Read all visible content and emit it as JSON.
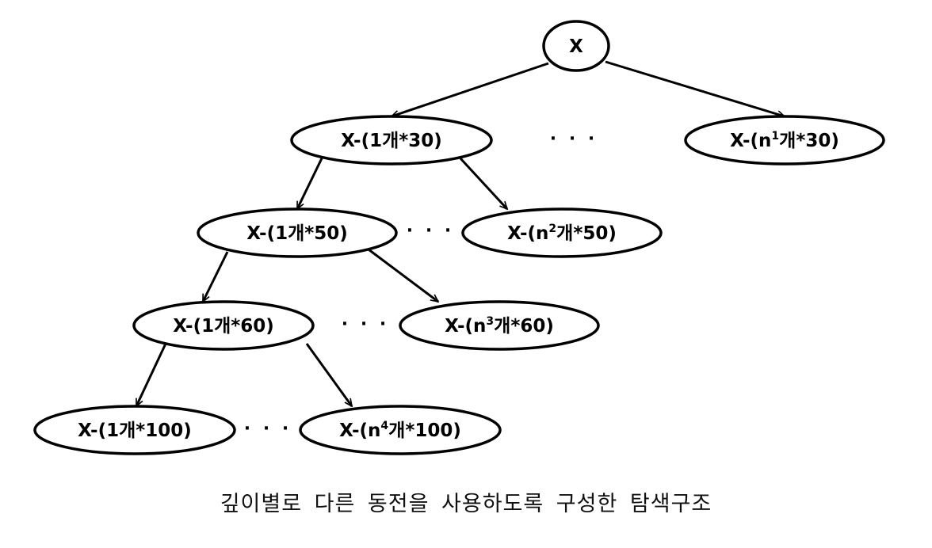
{
  "diagram": {
    "nodes": [
      {
        "id": "root",
        "parts": [
          {
            "t": "X"
          }
        ]
      },
      {
        "id": "d1-first",
        "parts": [
          {
            "t": "X-(1개*30)"
          }
        ]
      },
      {
        "id": "d1-last",
        "parts": [
          {
            "t": "X-(n"
          },
          {
            "t": "1",
            "sup": true
          },
          {
            "t": "개*30)"
          }
        ]
      },
      {
        "id": "d2-first",
        "parts": [
          {
            "t": "X-(1개*50)"
          }
        ]
      },
      {
        "id": "d2-last",
        "parts": [
          {
            "t": "X-(n"
          },
          {
            "t": "2",
            "sup": true
          },
          {
            "t": "개*50)"
          }
        ]
      },
      {
        "id": "d3-first",
        "parts": [
          {
            "t": "X-(1개*60)"
          }
        ]
      },
      {
        "id": "d3-last",
        "parts": [
          {
            "t": "X-(n"
          },
          {
            "t": "3",
            "sup": true
          },
          {
            "t": "개*60)"
          }
        ]
      },
      {
        "id": "d4-first",
        "parts": [
          {
            "t": "X-(1개*100)"
          }
        ]
      },
      {
        "id": "d4-last",
        "parts": [
          {
            "t": "X-(n"
          },
          {
            "t": "4",
            "sup": true
          },
          {
            "t": "개*100)"
          }
        ]
      }
    ],
    "edges": [
      {
        "from": "root",
        "to": "d1-first"
      },
      {
        "from": "root",
        "to": "d1-last"
      },
      {
        "from": "d1-first",
        "to": "d2-first"
      },
      {
        "from": "d1-first",
        "to": "d2-last"
      },
      {
        "from": "d2-first",
        "to": "d3-first"
      },
      {
        "from": "d2-first",
        "to": "d3-last"
      },
      {
        "from": "d3-first",
        "to": "d4-first"
      },
      {
        "from": "d3-first",
        "to": "d4-last"
      }
    ],
    "ellipsis": "· · ·",
    "colors": {
      "stroke": "#000000",
      "fill": "#ffffff",
      "text": "#000000"
    }
  },
  "caption": "깊이별로 다른 동전을 사용하도록 구성한 탐색구조"
}
